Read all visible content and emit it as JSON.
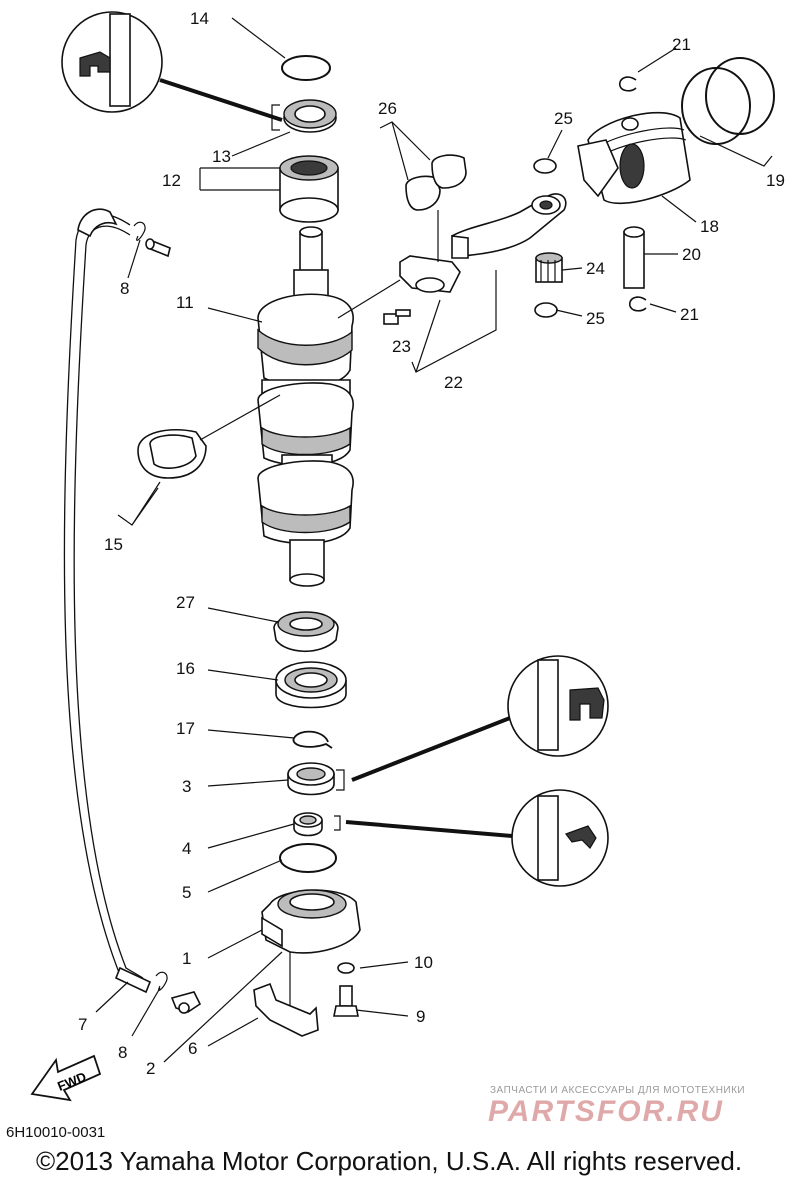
{
  "diagram_code": "6H10010-0031",
  "copyright": "©2013 Yamaha Motor Corporation, U.S.A. All rights reserved.",
  "watermark": {
    "tagline": "ЗАПЧАСТИ И АКСЕССУАРЫ ДЛЯ МОТОТЕХНИКИ",
    "brand": "PARTSFOR.RU"
  },
  "fwd_label": "FWD",
  "callouts": {
    "c1": "1",
    "c2": "2",
    "c3": "3",
    "c4": "4",
    "c5": "5",
    "c6": "6",
    "c7": "7",
    "c8a": "8",
    "c8b": "8",
    "c9": "9",
    "c10": "10",
    "c11": "11",
    "c12": "12",
    "c13": "13",
    "c14": "14",
    "c15": "15",
    "c16": "16",
    "c17": "17",
    "c18": "18",
    "c19": "19",
    "c20": "20",
    "c21a": "21",
    "c21b": "21",
    "c22": "22",
    "c23": "23",
    "c24": "24",
    "c25a": "25",
    "c25b": "25",
    "c26": "26",
    "c27": "27"
  }
}
